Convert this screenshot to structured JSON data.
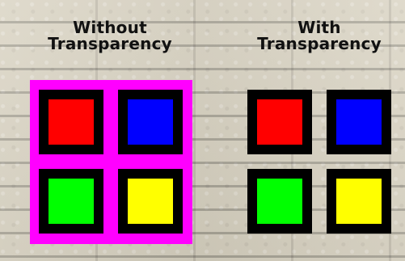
{
  "labels": {
    "left": {
      "line1": "Without",
      "line2": "Transparency"
    },
    "right": {
      "line1": "With",
      "line2": "Transparency"
    }
  },
  "colors": {
    "background_brick": "#d9d3c2",
    "frame_magenta": "#ff00ff",
    "tile_border": "#000000",
    "red": "#ff0000",
    "blue": "#0000ff",
    "green": "#00ff00",
    "yellow": "#ffff00"
  }
}
